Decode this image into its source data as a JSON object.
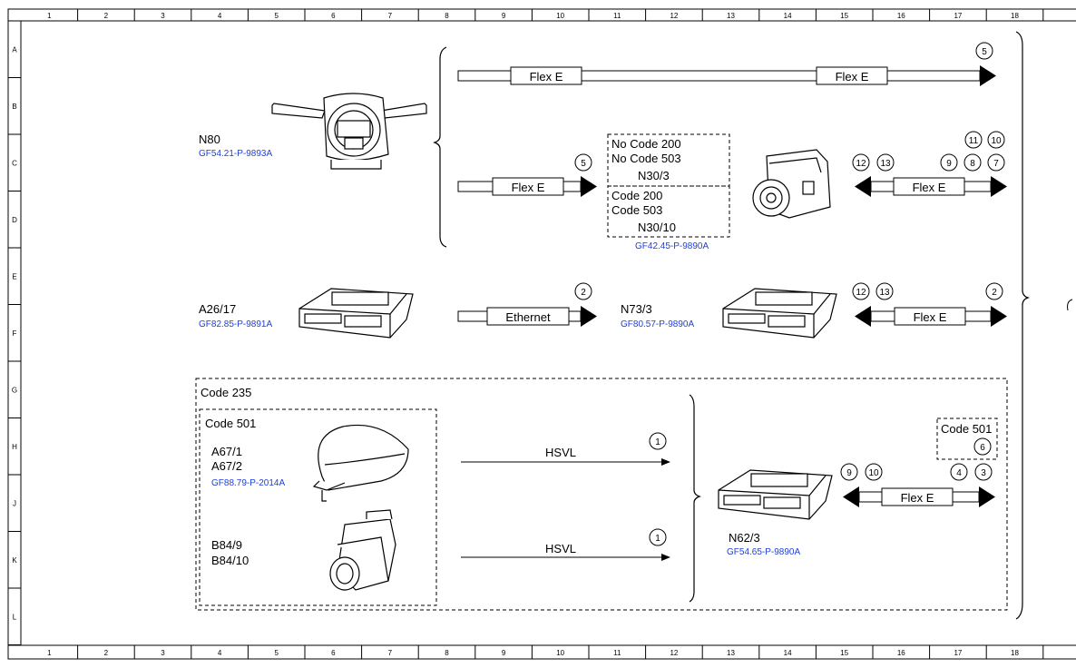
{
  "grid": {
    "columns": [
      "1",
      "2",
      "3",
      "4",
      "5",
      "6",
      "7",
      "8",
      "9",
      "10",
      "11",
      "12",
      "13",
      "14",
      "15",
      "16",
      "17",
      "18"
    ],
    "rows": [
      "A",
      "B",
      "C",
      "D",
      "E",
      "F",
      "G",
      "H",
      "J",
      "K",
      "L"
    ]
  },
  "components": {
    "n80": {
      "name": "N80",
      "ref": "GF54.21-P-9893A"
    },
    "n30": {
      "line1": "No  Code 200",
      "line2": "No  Code 503",
      "name1": "N30/3",
      "line3": "Code 200",
      "line4": "Code 503",
      "name2": "N30/10",
      "ref": "GF42.45-P-9890A"
    },
    "a26": {
      "name": "A26/17",
      "ref": "GF82.85-P-9891A"
    },
    "n73": {
      "name": "N73/3",
      "ref": "GF80.57-P-9890A"
    },
    "code235": "Code 235",
    "code501": "Code 501",
    "a67": {
      "name1": "A67/1",
      "name2": "A67/2",
      "ref": "GF88.79-P-2014A"
    },
    "b84": {
      "name1": "B84/9",
      "name2": "B84/10"
    },
    "n62": {
      "name": "N62/3",
      "ref": "GF54.65-P-9890A",
      "code": "Code 501"
    }
  },
  "buses": {
    "flex_e": "Flex E",
    "ethernet": "Ethernet",
    "hsvl": "HSVL"
  },
  "markers": {
    "m1": "1",
    "m2": "2",
    "m3": "3",
    "m4": "4",
    "m5": "5",
    "m6": "6",
    "m7": "7",
    "m8": "8",
    "m9": "9",
    "m10": "10",
    "m11": "11",
    "m12": "12",
    "m13": "13"
  },
  "colors": {
    "line": "#000000",
    "reference_link": "#1f3fd9"
  }
}
